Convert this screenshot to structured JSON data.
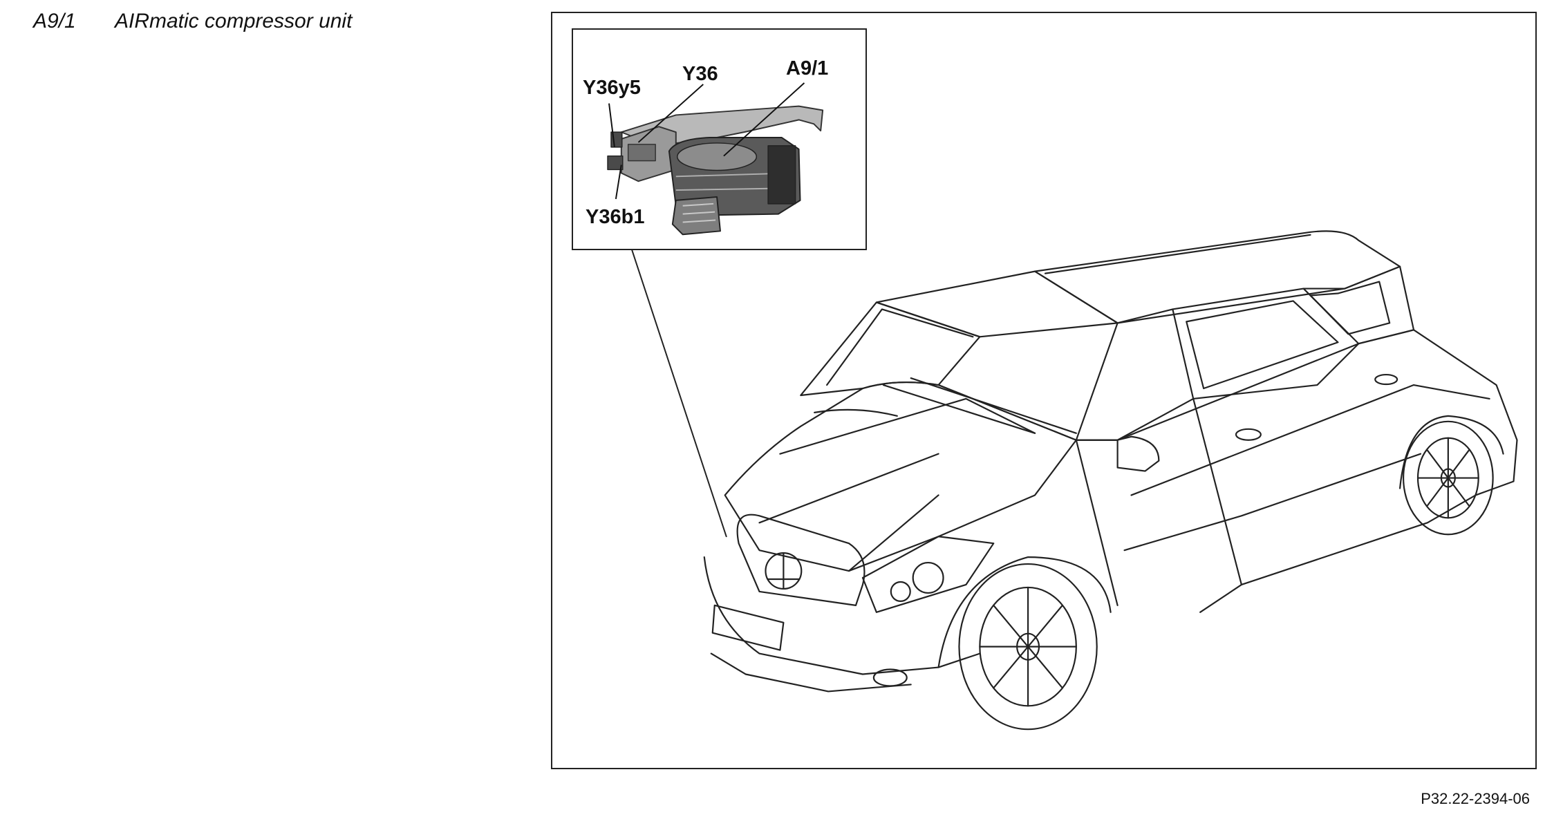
{
  "legend": {
    "items": [
      {
        "code": "A9/1",
        "label": "AIRmatic compressor unit"
      }
    ]
  },
  "inset": {
    "callouts": {
      "y36y5": "Y36y5",
      "y36": "Y36",
      "a91": "A9/1",
      "y36b1": "Y36b1"
    }
  },
  "figure_ref": "P32.22-2394-06",
  "colors": {
    "line": "#222222",
    "component_dark": "#3a3a3a",
    "component_mid": "#8a8a8a",
    "component_light": "#c8c8c8",
    "background": "#ffffff"
  }
}
